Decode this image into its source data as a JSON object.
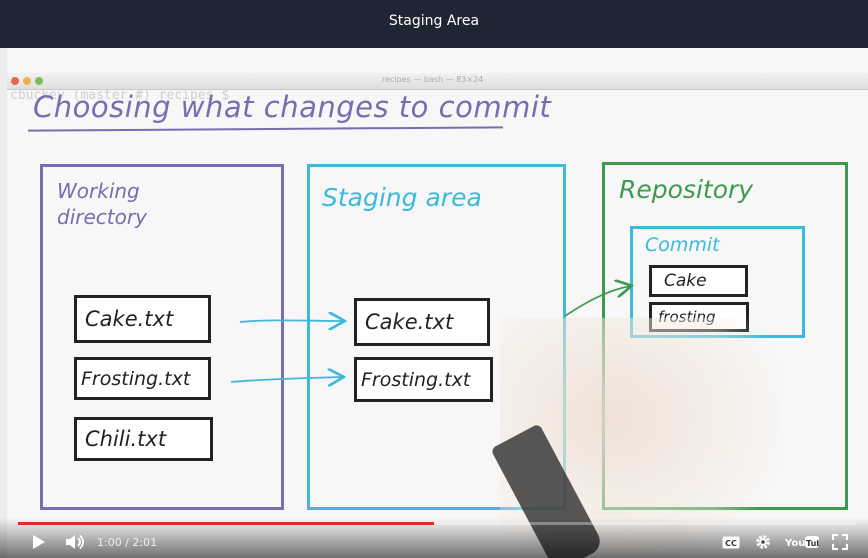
{
  "header": {
    "title": "Staging Area"
  },
  "terminal": {
    "title": "recipes — bash — 83×24",
    "prompt": "cbuckey (master #) recipes $"
  },
  "slide": {
    "heading": "Choosing what changes to commit",
    "working": {
      "label_line1": "Working",
      "label_line2": "directory",
      "files": [
        "Cake.txt",
        "Frosting.txt",
        "Chili.txt"
      ]
    },
    "staging": {
      "label": "Staging area",
      "files": [
        "Cake.txt",
        "Frosting.txt"
      ]
    },
    "repository": {
      "label": "Repository",
      "commit": {
        "label": "Commit",
        "items": [
          "Cake",
          "frosting"
        ]
      }
    }
  },
  "player": {
    "current_time": "1:00",
    "duration": "2:01",
    "time_display": "1:00 / 2:01",
    "progress_fraction": 0.4959,
    "colors": {
      "progress": "#e52d27",
      "working": "#7b6bb0",
      "staging": "#3fb9d9",
      "repository": "#3f9a4f"
    },
    "icons": [
      "play-icon",
      "volume-icon",
      "captions-icon",
      "gear-icon",
      "youtube-logo",
      "fullscreen-icon"
    ]
  }
}
